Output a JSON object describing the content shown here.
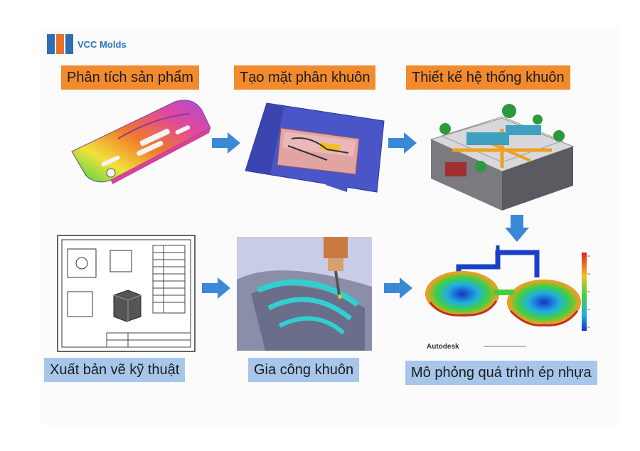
{
  "brand": {
    "name": "VCC Molds"
  },
  "steps": [
    {
      "label": "Phân tích sản phẩm"
    },
    {
      "label": "Tạo mặt phân khuôn"
    },
    {
      "label": "Thiết kế hệ thống khuôn"
    },
    {
      "label": "Xuất bản vẽ kỹ thuật"
    },
    {
      "label": "Gia công khuôn"
    },
    {
      "label": "Mô phỏng quá trình ép nhựa"
    }
  ],
  "simulation": {
    "software": "Autodesk"
  },
  "colors": {
    "orange": "#f28a2e",
    "blue_label": "#a7c6ea",
    "arrow": "#3b88d8",
    "brand": "#2c6fb5"
  }
}
